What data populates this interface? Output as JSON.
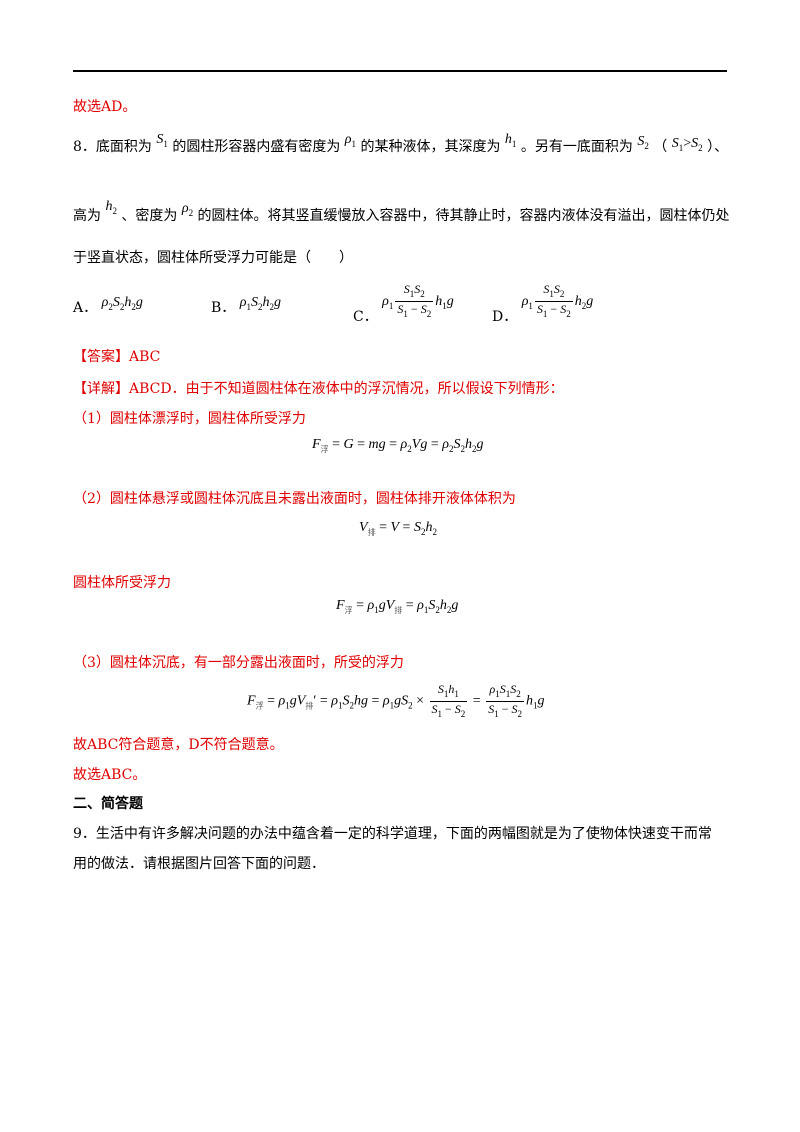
{
  "previous_answer": "故选AD。",
  "question8": {
    "number": "8．",
    "line1_a": "底面积为",
    "line1_b": "的圆柱形容器内盛有密度为",
    "line1_c": "的某种液体，其深度为",
    "line1_d": "。另有一底面积为",
    "line1_e": "（",
    "line1_f": "）、",
    "line2_a": "高为",
    "line2_b": "、密度为",
    "line2_c": "的圆柱体。将其竖直缓慢放入容器中，待其静止时，容器内液体没有溢出，圆柱体仍处",
    "line3": "于竖直状态，圆柱体所受浮力可能是（　　）",
    "options": [
      {
        "label": "A．"
      },
      {
        "label": "B．"
      },
      {
        "label": "C．"
      },
      {
        "label": "D．"
      }
    ]
  },
  "answer": {
    "label": "【答案】ABC",
    "detail_head": "【详解】ABCD．由于不知道圆柱体在液体中的浮沉情况，所以假设下列情形：",
    "case1": "（1）圆柱体漂浮时，圆柱体所受浮力",
    "case2": "（2）圆柱体悬浮或圆柱体沉底且未露出液面时，圆柱体排开液体体积为",
    "case2_force": "圆柱体所受浮力",
    "case3": "（3）圆柱体沉底，有一部分露出液面时，所受的浮力",
    "conclusion": "故ABC符合题意，D不符合题意。",
    "final": "故选ABC。",
    "sub_float": "浮",
    "sub_pai": "排",
    "sub_pai_small": "排"
  },
  "section2": {
    "title": "二、简答题",
    "q9_line1": "9．生活中有许多解决问题的办法中蕴含着一定的科学道理，下面的两幅图就是为了使物体快速变干而常",
    "q9_line2": "用的做法．请根据图片回答下面的问题．"
  }
}
